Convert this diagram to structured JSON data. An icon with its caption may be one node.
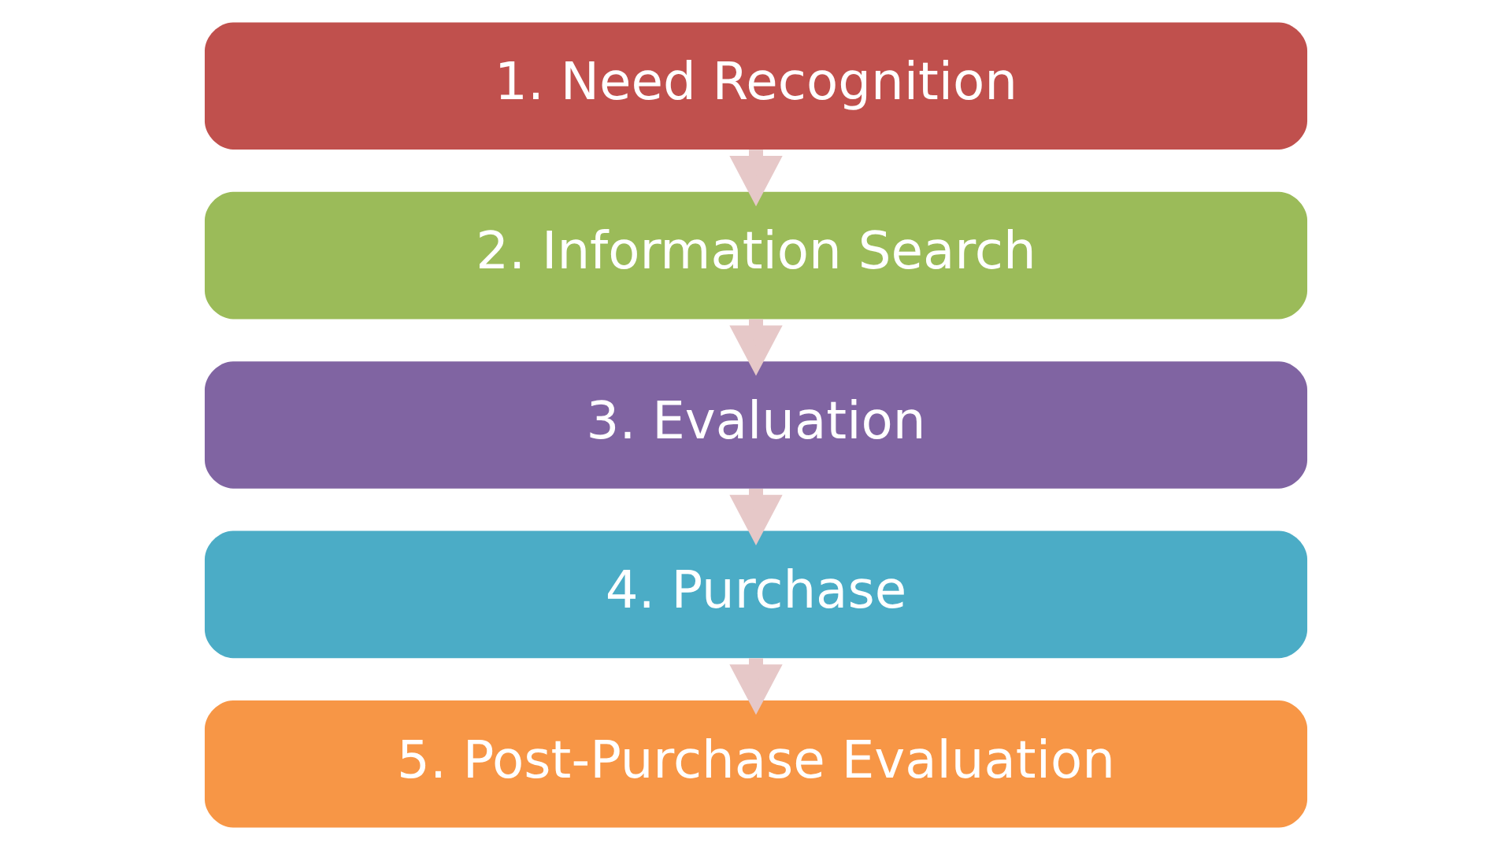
{
  "diagram": {
    "nodes": [
      {
        "text": [
          "1. Need Recognition"
        ]
      },
      {
        "text": [
          "2. Information Search"
        ]
      },
      {
        "text": [
          "3. Evaluation"
        ]
      },
      {
        "text": [
          "4. Purchase"
        ]
      },
      {
        "text": [
          "5. Post-Purchase Evaluation"
        ]
      }
    ],
    "edges": [
      {
        "from": 0,
        "to": 1,
        "arrow": "to"
      },
      {
        "from": 1,
        "to": 2,
        "arrow": "to"
      },
      {
        "from": 2,
        "to": 3,
        "arrow": "to"
      },
      {
        "from": 3,
        "to": 4,
        "arrow": "to"
      }
    ]
  }
}
